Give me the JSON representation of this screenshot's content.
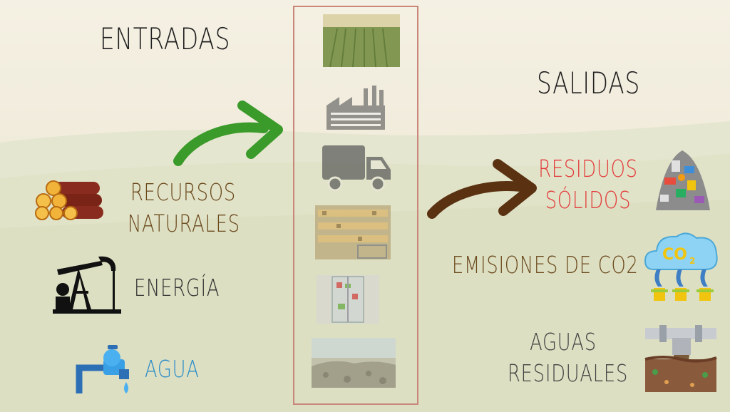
{
  "inputs": {
    "title": "ENTRADAS",
    "items": [
      {
        "line1": "RECURSOS",
        "line2": "NATURALES",
        "icon": "logs-icon",
        "color": "#6b4a1e"
      },
      {
        "label": "ENERGÍA",
        "icon": "oil-pump-icon",
        "color": "#333333"
      },
      {
        "label": "AGUA",
        "icon": "water-tap-icon",
        "color": "#2a8cc8"
      }
    ]
  },
  "process": {
    "steps": [
      "crop-field-photo",
      "factory-icon",
      "truck-icon",
      "supermarket-photo",
      "refrigerator-photo",
      "landfill-photo"
    ],
    "frame_color": "#c9867a"
  },
  "outputs": {
    "title": "SALIDAS",
    "items": [
      {
        "line1": "RESIDUOS",
        "line2": "SÓLIDOS",
        "icon": "garbage-pile-icon",
        "color": "#e23b3b"
      },
      {
        "label": "EMISIONES DE CO2",
        "icon": "co2-cloud-icon",
        "color": "#6b4a1e"
      },
      {
        "line1": "AGUAS",
        "line2": "RESIDUALES",
        "icon": "sewage-pipe-icon",
        "color": "#444444"
      }
    ]
  },
  "arrows": {
    "input_color": "#3a9a2a",
    "output_color": "#5a3212"
  }
}
